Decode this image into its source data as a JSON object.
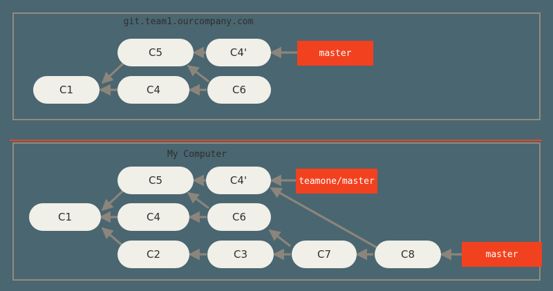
{
  "diagram": {
    "title_hidden": "Git rebase: server and local history",
    "colors": {
      "background": "#4a6670",
      "panel_border": "#918b80",
      "node_fill": "#f0efe8",
      "node_text": "#322f2c",
      "edge": "#8c857b",
      "ref_label_fill": "#f2411e",
      "ref_label_text": "#ffffff",
      "rule": "#f2411e",
      "title_text": "#2e2e2e"
    }
  },
  "panels": [
    {
      "id": "server",
      "title": "git.team1.ourcompany.com",
      "nodes": [
        {
          "id": "C1",
          "label": "C1"
        },
        {
          "id": "C4",
          "label": "C4"
        },
        {
          "id": "C6",
          "label": "C6"
        },
        {
          "id": "C5",
          "label": "C5"
        },
        {
          "id": "C4p",
          "label": "C4'"
        }
      ],
      "refs": [
        {
          "id": "master",
          "label": "master"
        }
      ]
    },
    {
      "id": "local",
      "title": "My Computer",
      "nodes": [
        {
          "id": "C1",
          "label": "C1"
        },
        {
          "id": "C4",
          "label": "C4"
        },
        {
          "id": "C6",
          "label": "C6"
        },
        {
          "id": "C5",
          "label": "C5"
        },
        {
          "id": "C4p",
          "label": "C4'"
        },
        {
          "id": "C2",
          "label": "C2"
        },
        {
          "id": "C3",
          "label": "C3"
        },
        {
          "id": "C7",
          "label": "C7"
        },
        {
          "id": "C8",
          "label": "C8"
        }
      ],
      "refs": [
        {
          "id": "teamone-master",
          "label": "teamone/master"
        },
        {
          "id": "master",
          "label": "master"
        }
      ]
    }
  ]
}
